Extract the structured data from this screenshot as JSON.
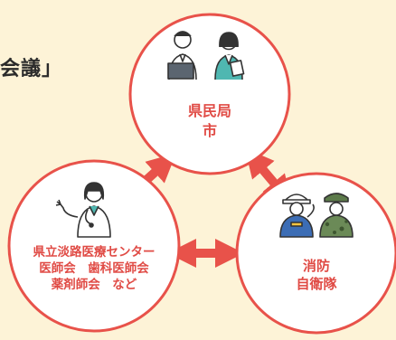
{
  "heading": {
    "text": "会議」"
  },
  "nodes": {
    "top": {
      "line1": "県民局",
      "line2": "市",
      "icon": "officials-icon"
    },
    "left": {
      "line1": "県立淡路医療センター",
      "line2": "医師会　歯科医師会",
      "line3": "薬剤師会　など",
      "icon": "doctor-icon"
    },
    "right": {
      "line1": "消防",
      "line2": "自衛隊",
      "icon": "rescue-workers-icon"
    }
  },
  "colors": {
    "background": "#fdf3d7",
    "accent": "#e8524a",
    "circle_fill": "#ffffff",
    "text": "#e04b45"
  }
}
